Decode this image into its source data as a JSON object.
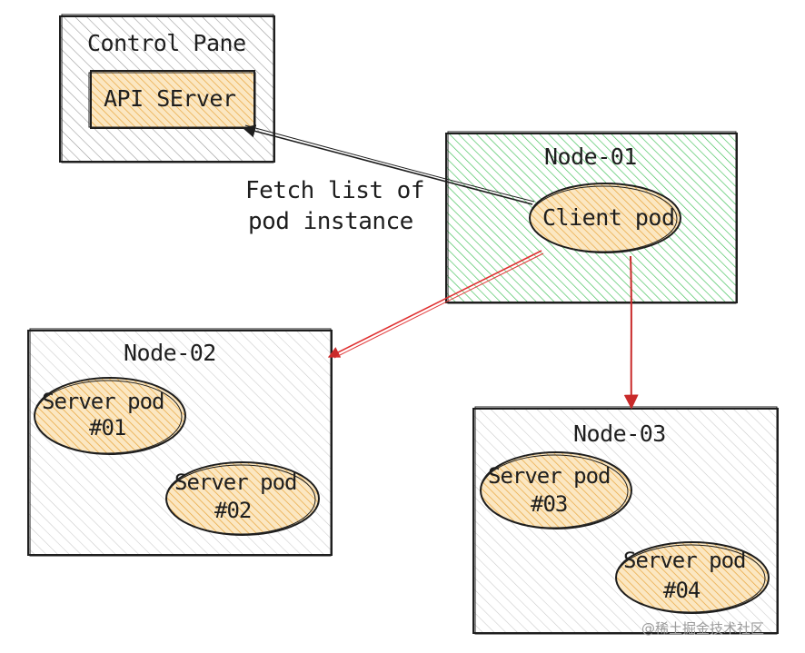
{
  "colors": {
    "stroke": "#1e1e1e",
    "gray_fill": "#bdbdbd",
    "light_fill": "#cfcfcf",
    "green_fill": "#40c057",
    "orange_fill": "#e8a43a",
    "pod_fill": "#fbe7c2",
    "red_arrow": "#e03131"
  },
  "nodes": [
    {
      "id": "control-pane",
      "label": "Control Pane"
    },
    {
      "id": "node-01",
      "label": "Node-01"
    },
    {
      "id": "node-02",
      "label": "Node-02"
    },
    {
      "id": "node-03",
      "label": "Node-03"
    }
  ],
  "pods": [
    {
      "id": "api-server",
      "label": "API SErver"
    },
    {
      "id": "client-pod",
      "label": "Client pod"
    },
    {
      "id": "server-pod-01",
      "line1": "Server pod",
      "line2": "#01"
    },
    {
      "id": "server-pod-02",
      "line1": "Server pod",
      "line2": "#02"
    },
    {
      "id": "server-pod-03",
      "line1": "Server pod",
      "line2": "#03"
    },
    {
      "id": "server-pod-04",
      "line1": "Server pod",
      "line2": "#04"
    }
  ],
  "edges": [
    {
      "from": "client-pod",
      "to": "api-server",
      "label_line1": "Fetch list of",
      "label_line2": "pod instance"
    },
    {
      "from": "client-pod",
      "to": "node-02"
    },
    {
      "from": "client-pod",
      "to": "node-03"
    }
  ],
  "watermark": "@稀土掘金技术社区"
}
